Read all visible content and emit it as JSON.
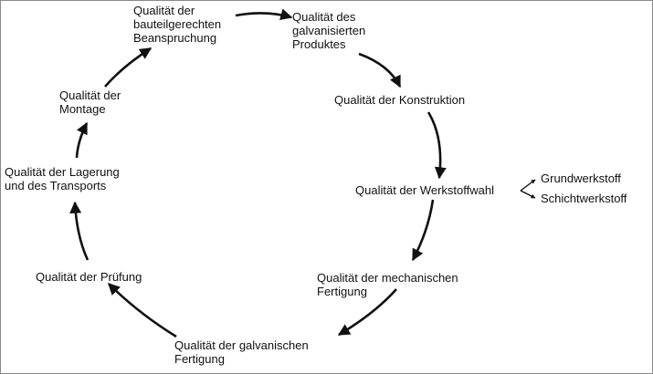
{
  "diagram": {
    "stages": [
      "Qualität des\ngalvanisierten\nProduktes",
      "Qualität der Konstruktion",
      "Qualität der Werkstoffwahl",
      "Qualität der mechanischen\nFertigung",
      "Qualität der galvanischen\nFertigung",
      "Qualität der Prüfung",
      "Qualität der Lagerung\nund des Transports",
      "Qualität der\nMontage",
      "Qualität der\nbauteilgerechten\nBeanspruchung"
    ],
    "material_branches": [
      "Grundwerkstoff",
      "Schichtwerkstoff"
    ]
  }
}
